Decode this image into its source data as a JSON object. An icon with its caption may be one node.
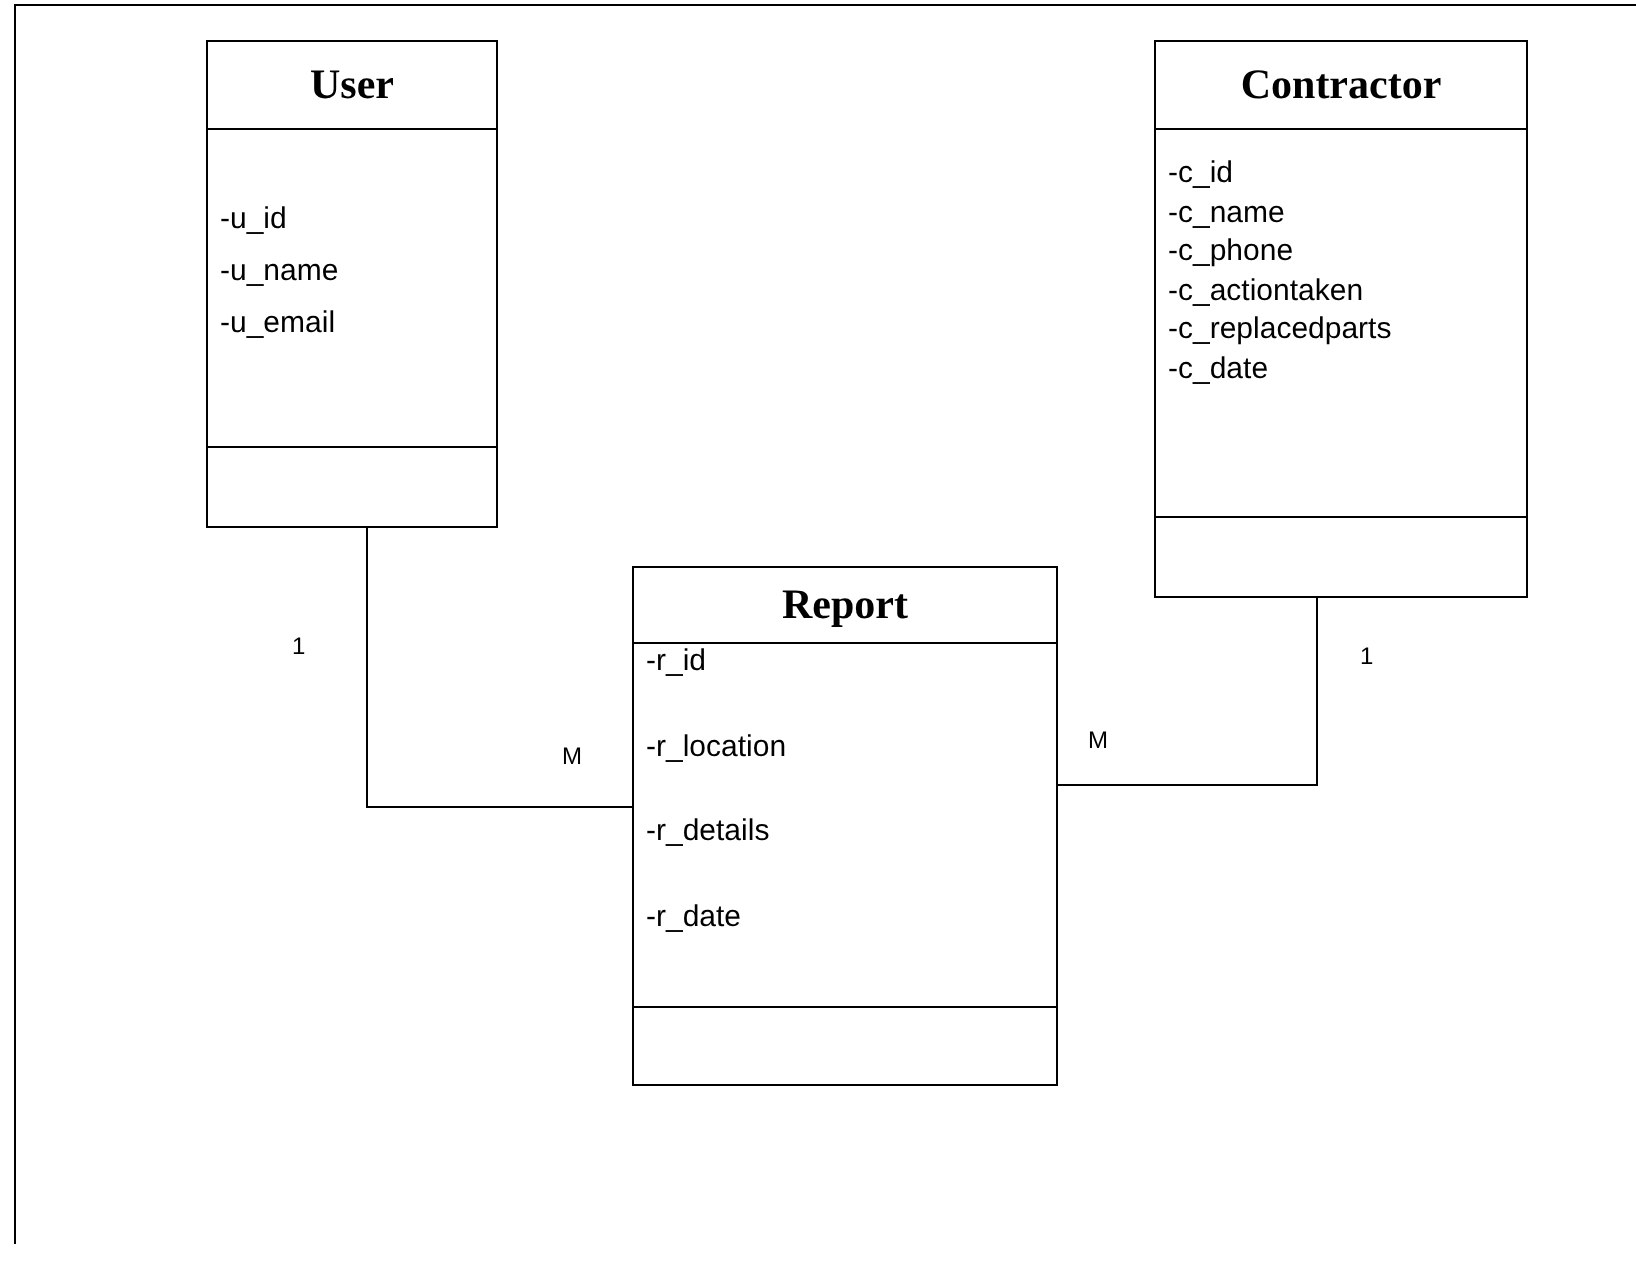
{
  "diagram": {
    "nodes": [
      {
        "text": [
          "User",
          "-u_id",
          "-u_name",
          "-u_email"
        ]
      },
      {
        "text": [
          "Contractor",
          "-c_id",
          "-c_name",
          "-c_phone",
          "-c_actiontaken",
          "-c_replacedparts",
          "-c_date"
        ]
      },
      {
        "text": [
          "Report",
          "-r_id",
          "-r_location",
          "-r_details",
          "-r_date"
        ]
      }
    ],
    "edges": [
      {
        "from": 0,
        "to": 2,
        "arrow": "none"
      },
      {
        "from": 1,
        "to": 2,
        "arrow": "none"
      }
    ],
    "labels": [
      "1",
      "1",
      "M",
      "M"
    ]
  }
}
